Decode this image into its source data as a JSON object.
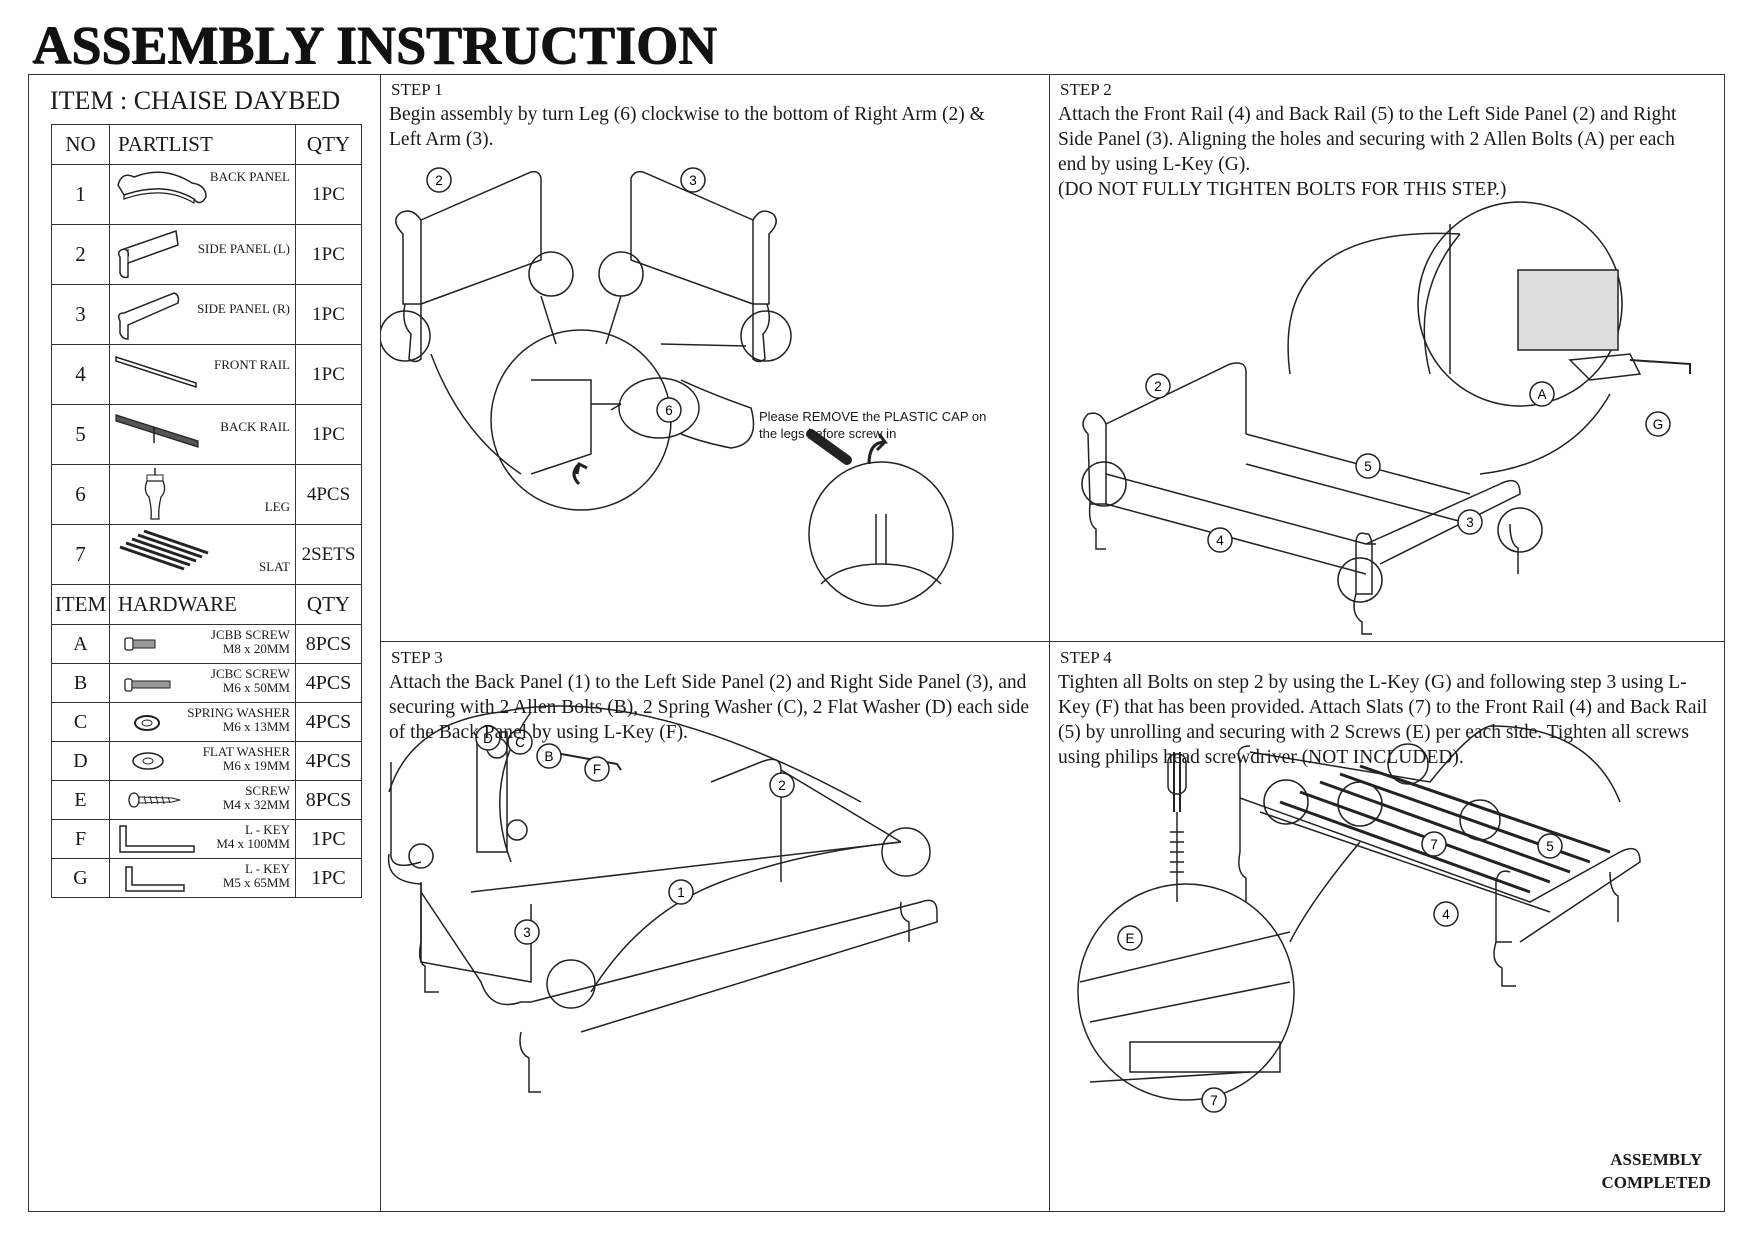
{
  "title": "ASSEMBLY INSTRUCTION",
  "item": "ITEM : CHAISE DAYBED",
  "parts_header": {
    "no": "NO",
    "partlist": "PARTLIST",
    "qty": "QTY"
  },
  "parts": [
    {
      "no": "1",
      "name": "BACK PANEL",
      "qty": "1PC",
      "icon": "back-panel-icon"
    },
    {
      "no": "2",
      "name": "SIDE PANEL (L)",
      "qty": "1PC",
      "icon": "side-panel-left-icon"
    },
    {
      "no": "3",
      "name": "SIDE PANEL (R)",
      "qty": "1PC",
      "icon": "side-panel-right-icon"
    },
    {
      "no": "4",
      "name": "FRONT RAIL",
      "qty": "1PC",
      "icon": "front-rail-icon"
    },
    {
      "no": "5",
      "name": "BACK RAIL",
      "qty": "1PC",
      "icon": "back-rail-icon"
    },
    {
      "no": "6",
      "name": "LEG",
      "qty": "4PCS",
      "icon": "leg-icon"
    },
    {
      "no": "7",
      "name": "SLAT",
      "qty": "2SETS",
      "icon": "slat-icon"
    }
  ],
  "hardware_header": {
    "item": "ITEM",
    "hardware": "HARDWARE",
    "qty": "QTY"
  },
  "hardware": [
    {
      "item": "A",
      "name": "JCBB SCREW",
      "size": "M8 x 20MM",
      "qty": "8PCS",
      "icon": "jcbb-screw-icon"
    },
    {
      "item": "B",
      "name": "JCBC SCREW",
      "size": "M6 x 50MM",
      "qty": "4PCS",
      "icon": "jcbc-screw-icon"
    },
    {
      "item": "C",
      "name": "SPRING WASHER",
      "size": "M6 x 13MM",
      "qty": "4PCS",
      "icon": "spring-washer-icon"
    },
    {
      "item": "D",
      "name": "FLAT WASHER",
      "size": "M6 x 19MM",
      "qty": "4PCS",
      "icon": "flat-washer-icon"
    },
    {
      "item": "E",
      "name": "SCREW",
      "size": "M4 x 32MM",
      "qty": "8PCS",
      "icon": "screw-icon"
    },
    {
      "item": "F",
      "name": "L - KEY",
      "size": "M4 x 100MM",
      "qty": "1PC",
      "icon": "l-key-icon"
    },
    {
      "item": "G",
      "name": "L - KEY",
      "size": "M5 x 65MM",
      "qty": "1PC",
      "icon": "l-key-icon"
    }
  ],
  "steps": [
    {
      "label": "STEP 1",
      "text": "Begin assembly by turn Leg (6) clockwise to the bottom of Right Arm (2) & Left Arm (3).",
      "note": "Please REMOVE the PLASTIC CAP on the legs before screw in",
      "callouts": [
        "2",
        "3",
        "6"
      ]
    },
    {
      "label": "STEP 2",
      "text": "Attach the Front Rail (4) and Back Rail (5) to the Left Side Panel (2) and Right Side Panel (3). Aligning the holes and securing with 2 Allen Bolts (A) per each end by using L-Key (G).",
      "text2": "(DO NOT FULLY TIGHTEN BOLTS FOR THIS STEP.)",
      "callouts": [
        "2",
        "5",
        "4",
        "3",
        "A",
        "G"
      ]
    },
    {
      "label": "STEP 3",
      "text": "Attach the Back Panel (1) to the Left Side Panel (2) and Right Side Panel (3), and securing with 2 Allen Bolts (B), 2 Spring Washer (C), 2 Flat Washer (D) each side of the Back Panel by using L-Key (F).",
      "callouts": [
        "D",
        "C",
        "B",
        "F",
        "2",
        "1",
        "3"
      ]
    },
    {
      "label": "STEP 4",
      "text": "Tighten all Bolts on step 2 by using the L-Key (G) and following step 3 using L-Key (F) that has been provided. Attach Slats (7) to the Front Rail (4) and Back Rail (5) by unrolling and securing with 2 Screws (E) per each side. Tighten all screws using philips head screwdriver (NOT INCLUDED).",
      "callouts": [
        "7",
        "5",
        "4",
        "E",
        "7"
      ],
      "completed": [
        "ASSEMBLY",
        "COMPLETED"
      ]
    }
  ]
}
